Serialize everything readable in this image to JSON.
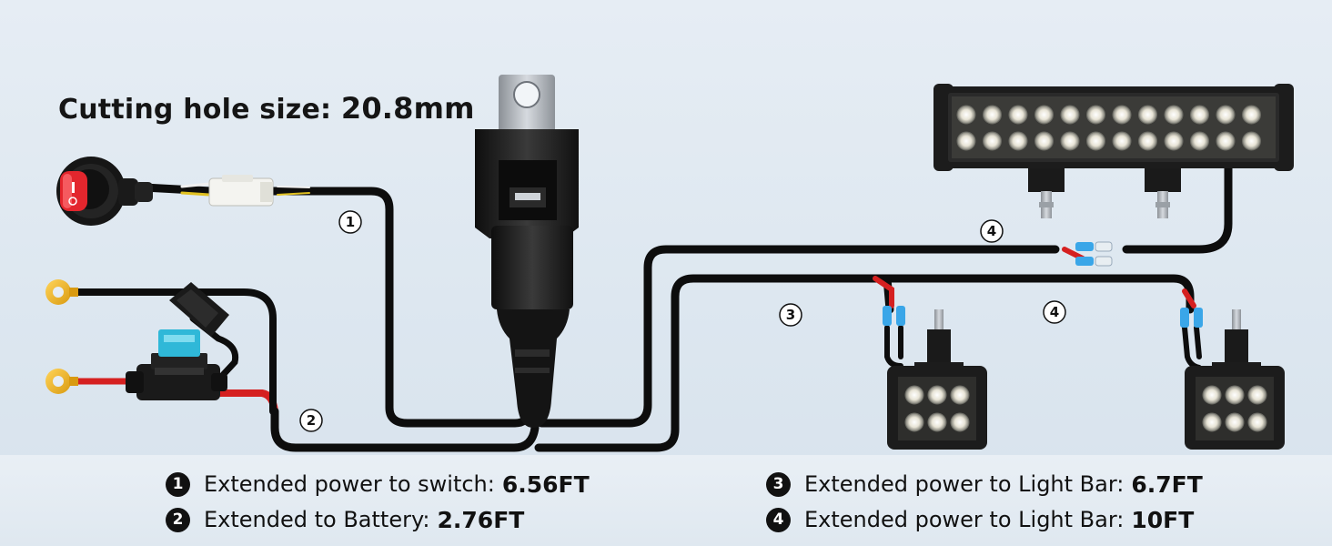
{
  "title": {
    "label": "Cutting hole size:",
    "value": "20.8mm"
  },
  "wire_markers": [
    "1",
    "2",
    "3",
    "4"
  ],
  "legend": [
    {
      "num": "1",
      "label": "Extended power to switch:",
      "value": "6.56FT"
    },
    {
      "num": "2",
      "label": "Extended to Battery:",
      "value": "2.76FT"
    },
    {
      "num": "3",
      "label": "Extended power to Light Bar:",
      "value": "6.7FT"
    },
    {
      "num": "4",
      "label": "Extended power to Light Bar:",
      "value": "10FT"
    }
  ],
  "colors": {
    "wire": "#0d0d0d",
    "positive_wire": "#d52020",
    "terminal": "#f2b51f",
    "switch_red": "#e3262d",
    "fuse_blue": "#2fb8d8",
    "connector_blue": "#3aa6e8",
    "lamp_body": "#1c1c1c"
  },
  "icons": [
    "rocker-switch-icon",
    "fuse-holder-icon",
    "relay-icon",
    "ring-terminal-icon",
    "led-light-bar-icon",
    "led-pod-light-icon"
  ]
}
